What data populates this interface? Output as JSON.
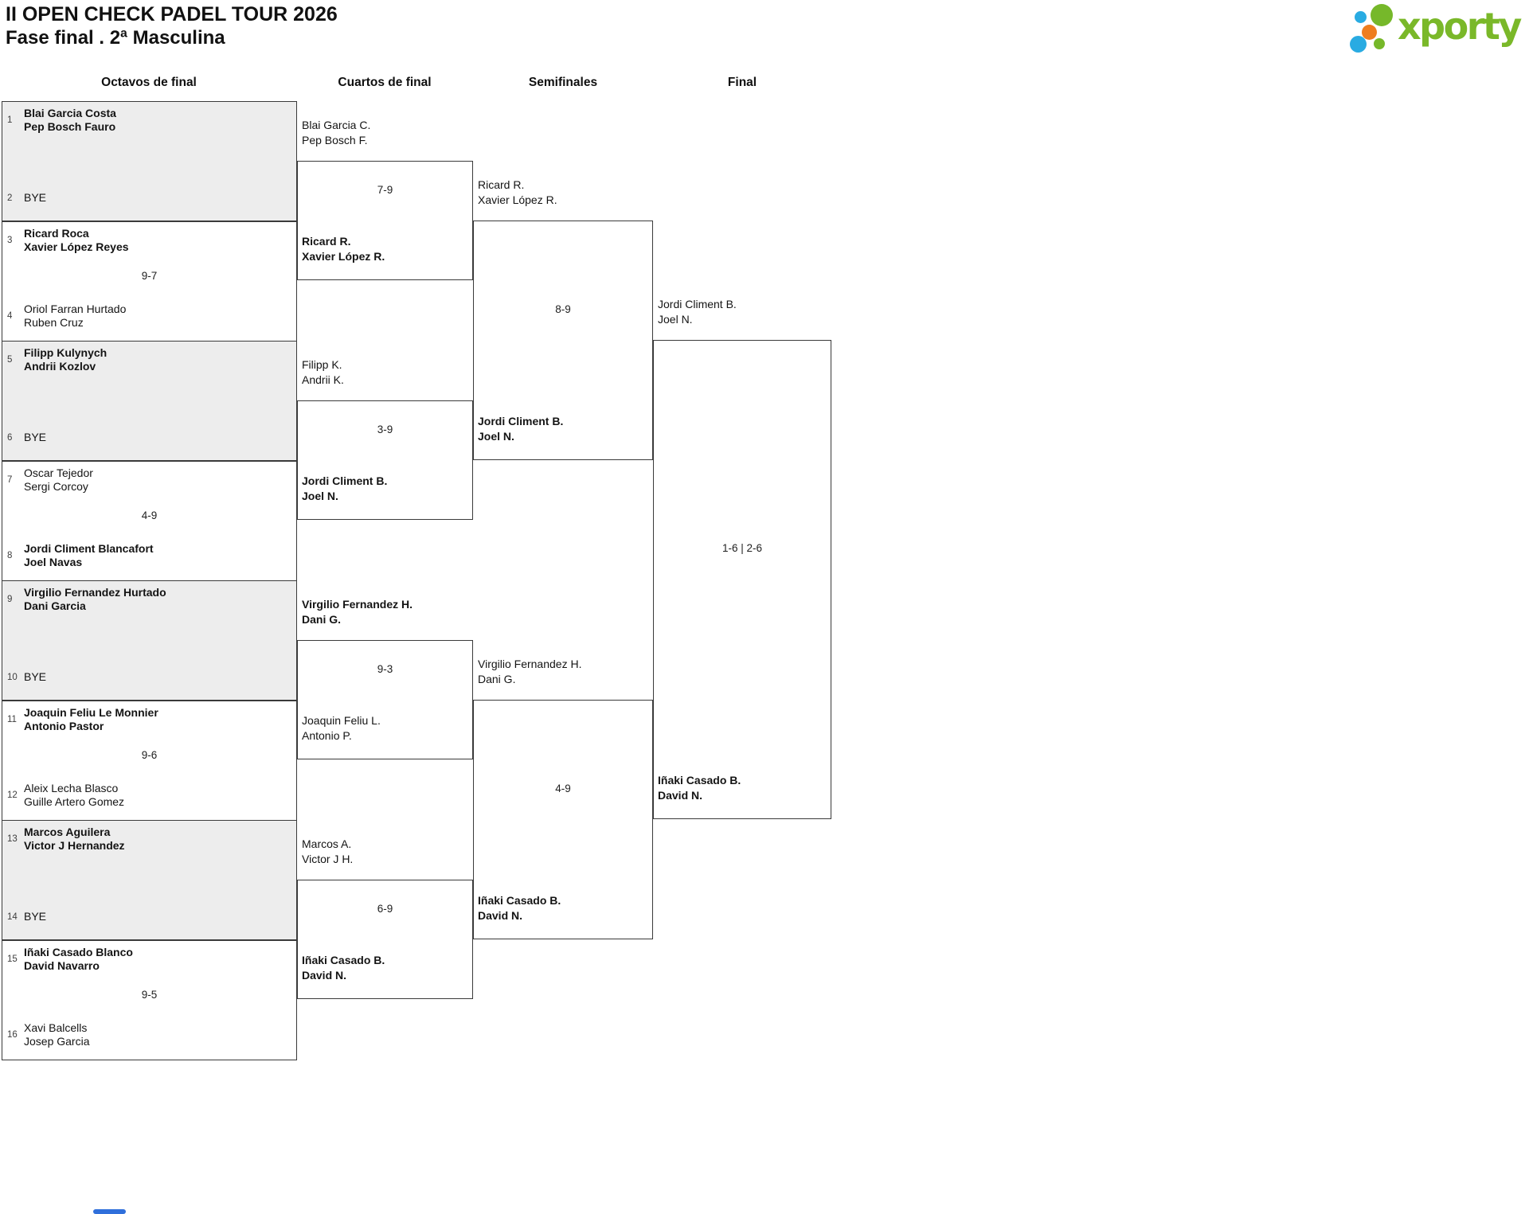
{
  "header": {
    "title": "II OPEN CHECK PADEL TOUR 2026",
    "subtitle": "Fase final . 2ª Masculina",
    "logo": {
      "wordmark": "xporty",
      "green": "#76b82a",
      "blue": "#29abe2",
      "orange": "#ee7d1e"
    }
  },
  "columns": [
    "Octavos de final",
    "Cuartos de final",
    "Semifinales",
    "Final"
  ],
  "accent_bar_color": "#2f6fdb",
  "bracket": {
    "r16": [
      {
        "seed1": "1",
        "t1a": "Blai Garcia Costa",
        "t1b": "Pep Bosch Fauro",
        "w1": true,
        "score": "",
        "seed2": "2",
        "t2a": "BYE",
        "t2b": "",
        "w2": false,
        "bye": true
      },
      {
        "seed1": "3",
        "t1a": "Ricard Roca",
        "t1b": "Xavier López Reyes",
        "w1": true,
        "score": "9-7",
        "seed2": "4",
        "t2a": "Oriol Farran Hurtado",
        "t2b": "Ruben Cruz",
        "w2": false,
        "bye": false
      },
      {
        "seed1": "5",
        "t1a": "Filipp Kulynych",
        "t1b": "Andrii Kozlov",
        "w1": true,
        "score": "",
        "seed2": "6",
        "t2a": "BYE",
        "t2b": "",
        "w2": false,
        "bye": true
      },
      {
        "seed1": "7",
        "t1a": "Oscar Tejedor",
        "t1b": "Sergi Corcoy",
        "w1": false,
        "score": "4-9",
        "seed2": "8",
        "t2a": "Jordi Climent Blancafort",
        "t2b": "Joel Navas",
        "w2": true,
        "bye": false
      },
      {
        "seed1": "9",
        "t1a": "Virgilio Fernandez Hurtado",
        "t1b": "Dani Garcia",
        "w1": true,
        "score": "",
        "seed2": "10",
        "t2a": "BYE",
        "t2b": "",
        "w2": false,
        "bye": true
      },
      {
        "seed1": "11",
        "t1a": "Joaquin Feliu Le Monnier",
        "t1b": "Antonio Pastor",
        "w1": true,
        "score": "9-6",
        "seed2": "12",
        "t2a": "Aleix Lecha Blasco",
        "t2b": "Guille Artero Gomez",
        "w2": false,
        "bye": false
      },
      {
        "seed1": "13",
        "t1a": "Marcos Aguilera",
        "t1b": "Victor J Hernandez",
        "w1": true,
        "score": "",
        "seed2": "14",
        "t2a": "BYE",
        "t2b": "",
        "w2": false,
        "bye": true
      },
      {
        "seed1": "15",
        "t1a": "Iñaki Casado Blanco",
        "t1b": "David Navarro",
        "w1": true,
        "score": "9-5",
        "seed2": "16",
        "t2a": "Xavi Balcells",
        "t2b": "Josep Garcia",
        "w2": false,
        "bye": false
      }
    ],
    "qf": [
      {
        "t1a": "Blai Garcia C.",
        "t1b": "Pep Bosch F.",
        "w1": false,
        "score": "7-9",
        "t2a": "Ricard R.",
        "t2b": "Xavier López R.",
        "w2": true
      },
      {
        "t1a": "Filipp K.",
        "t1b": "Andrii K.",
        "w1": false,
        "score": "3-9",
        "t2a": "Jordi Climent B.",
        "t2b": "Joel N.",
        "w2": true
      },
      {
        "t1a": "Virgilio Fernandez H.",
        "t1b": "Dani G.",
        "w1": true,
        "score": "9-3",
        "t2a": "Joaquin Feliu L.",
        "t2b": "Antonio P.",
        "w2": false
      },
      {
        "t1a": "Marcos A.",
        "t1b": "Victor J H.",
        "w1": false,
        "score": "6-9",
        "t2a": "Iñaki Casado B.",
        "t2b": "David N.",
        "w2": true
      }
    ],
    "sf": [
      {
        "t1a": "Ricard R.",
        "t1b": "Xavier López R.",
        "w1": false,
        "score": "8-9",
        "t2a": "Jordi Climent B.",
        "t2b": "Joel N.",
        "w2": true
      },
      {
        "t1a": "Virgilio Fernandez H.",
        "t1b": "Dani G.",
        "w1": false,
        "score": "4-9",
        "t2a": "Iñaki Casado B.",
        "t2b": "David N.",
        "w2": true
      }
    ],
    "final": [
      {
        "t1a": "Jordi Climent B.",
        "t1b": "Joel N.",
        "w1": false,
        "score": "1-6 | 2-6",
        "t2a": "Iñaki Casado B.",
        "t2b": "David N.",
        "w2": true
      }
    ]
  }
}
